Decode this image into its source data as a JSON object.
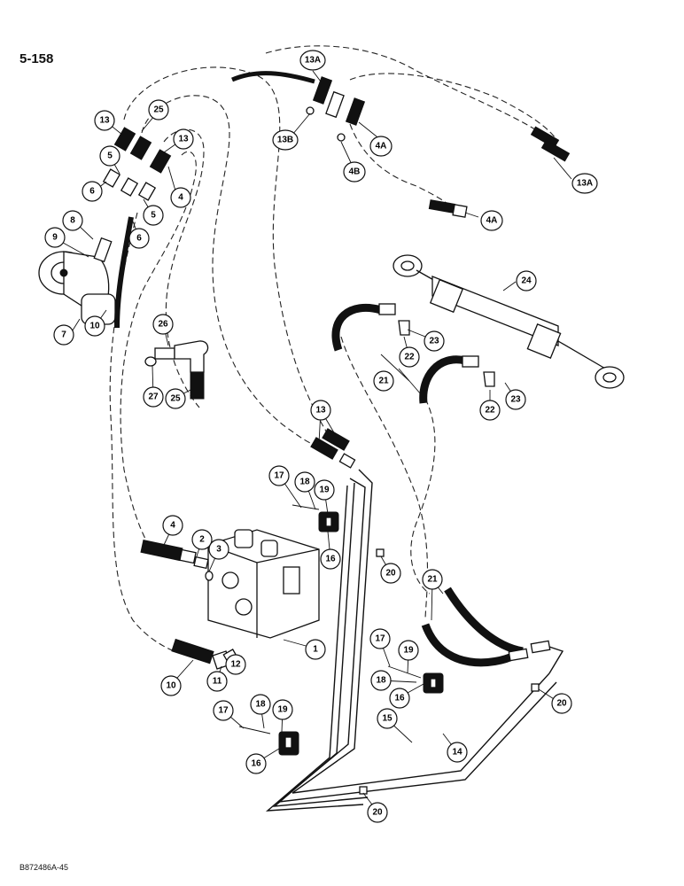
{
  "page": {
    "number": "5-158",
    "figure_code": "B872486A-45"
  },
  "callouts": [
    {
      "id": "c-13a-top",
      "label": "13A"
    },
    {
      "id": "c-13b",
      "label": "13B"
    },
    {
      "id": "c-4a-top",
      "label": "4A"
    },
    {
      "id": "c-4b",
      "label": "4B"
    },
    {
      "id": "c-13a-right",
      "label": "13A"
    },
    {
      "id": "c-4a-mid",
      "label": "4A"
    },
    {
      "id": "c-13-left",
      "label": "13"
    },
    {
      "id": "c-25-top",
      "label": "25"
    },
    {
      "id": "c-13-mid",
      "label": "13"
    },
    {
      "id": "c-5-left",
      "label": "5"
    },
    {
      "id": "c-6-left",
      "label": "6"
    },
    {
      "id": "c-4-top",
      "label": "4"
    },
    {
      "id": "c-5-mid",
      "label": "5"
    },
    {
      "id": "c-8",
      "label": "8"
    },
    {
      "id": "c-9",
      "label": "9"
    },
    {
      "id": "c-6-mid",
      "label": "6"
    },
    {
      "id": "c-7",
      "label": "7"
    },
    {
      "id": "c-10-top",
      "label": "10"
    },
    {
      "id": "c-26",
      "label": "26"
    },
    {
      "id": "c-27",
      "label": "27"
    },
    {
      "id": "c-25-low",
      "label": "25"
    },
    {
      "id": "c-24",
      "label": "24"
    },
    {
      "id": "c-23-top",
      "label": "23"
    },
    {
      "id": "c-22-top",
      "label": "22"
    },
    {
      "id": "c-21-top",
      "label": "21"
    },
    {
      "id": "c-22-low",
      "label": "22"
    },
    {
      "id": "c-23-low",
      "label": "23"
    },
    {
      "id": "c-13-low",
      "label": "13"
    },
    {
      "id": "c-17-top",
      "label": "17"
    },
    {
      "id": "c-18-top",
      "label": "18"
    },
    {
      "id": "c-19-top",
      "label": "19"
    },
    {
      "id": "c-16-top",
      "label": "16"
    },
    {
      "id": "c-20-top",
      "label": "20"
    },
    {
      "id": "c-4-low",
      "label": "4"
    },
    {
      "id": "c-2",
      "label": "2"
    },
    {
      "id": "c-3",
      "label": "3"
    },
    {
      "id": "c-1",
      "label": "1"
    },
    {
      "id": "c-10-low",
      "label": "10"
    },
    {
      "id": "c-11",
      "label": "11"
    },
    {
      "id": "c-12",
      "label": "12"
    },
    {
      "id": "c-21-low",
      "label": "21"
    },
    {
      "id": "c-17-mid",
      "label": "17"
    },
    {
      "id": "c-19-mid",
      "label": "19"
    },
    {
      "id": "c-18-mid",
      "label": "18"
    },
    {
      "id": "c-16-mid",
      "label": "16"
    },
    {
      "id": "c-20-right",
      "label": "20"
    },
    {
      "id": "c-15",
      "label": "15"
    },
    {
      "id": "c-14",
      "label": "14"
    },
    {
      "id": "c-17-low",
      "label": "17"
    },
    {
      "id": "c-18-low",
      "label": "18"
    },
    {
      "id": "c-19-low",
      "label": "19"
    },
    {
      "id": "c-16-low",
      "label": "16"
    },
    {
      "id": "c-20-bottom",
      "label": "20"
    }
  ]
}
